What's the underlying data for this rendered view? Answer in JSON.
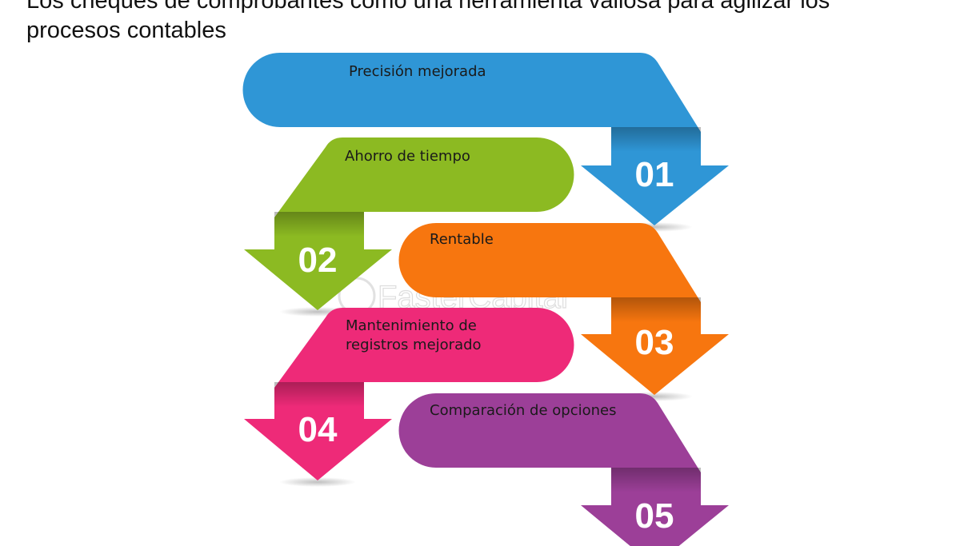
{
  "heading": {
    "line1": "Los cheques de comprobantes como una herramienta valiosa para agilizar los",
    "line2": "procesos contables"
  },
  "watermark": "FasterCapital",
  "steps": [
    {
      "number": "01",
      "label": "Precisión mejorada",
      "color": "#2f96d6"
    },
    {
      "number": "02",
      "label": "Ahorro de tiempo",
      "color": "#8cba22"
    },
    {
      "number": "03",
      "label": "Rentable",
      "color": "#f7760f"
    },
    {
      "number": "04",
      "label": "Mantenimiento de registros mejorado",
      "label_lines": [
        "Mantenimiento de",
        "registros mejorado"
      ],
      "color": "#ee2a78"
    },
    {
      "number": "05",
      "label": "Comparación de opciones",
      "color": "#9c3f98"
    }
  ]
}
